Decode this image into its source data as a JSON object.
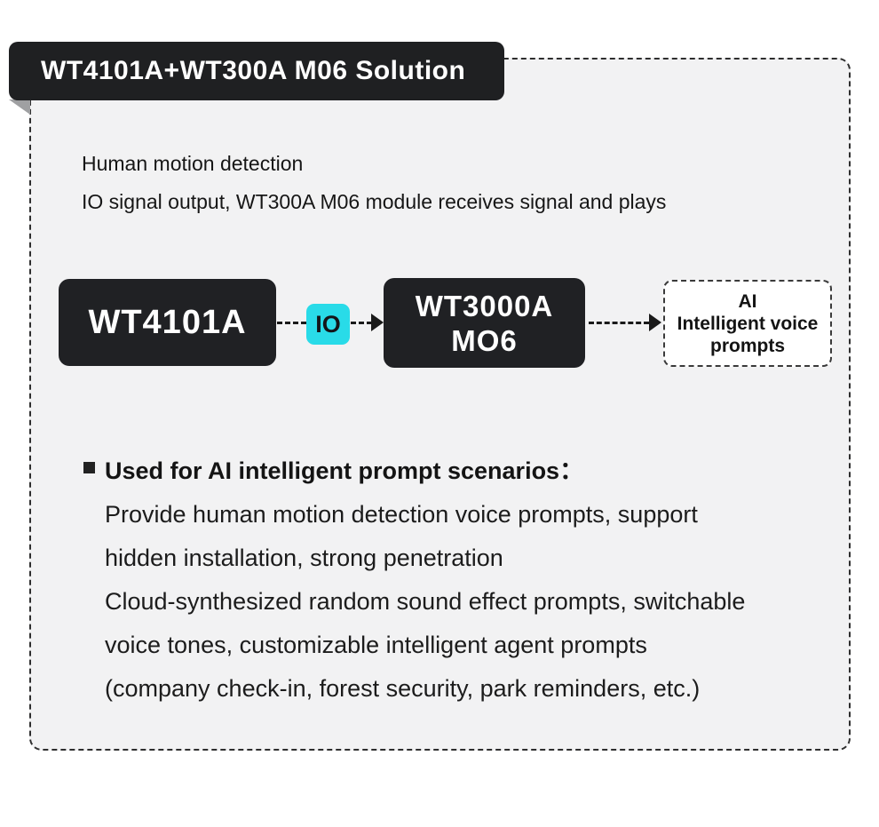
{
  "badge": {
    "title": "WT4101A+WT300A M06 Solution"
  },
  "description": {
    "line1": "Human motion detection",
    "line2": "IO signal output, WT300A M06 module receives signal and plays"
  },
  "flow": {
    "node1": {
      "label": "WT4101A"
    },
    "connector": {
      "label": "IO"
    },
    "node2": {
      "line1": "WT3000A",
      "line2": "MO6"
    },
    "node3": {
      "line1": "AI",
      "line2": "Intelligent voice",
      "line3": "prompts"
    }
  },
  "scenarios": {
    "heading": "Used for AI intelligent prompt scenarios：",
    "lines": [
      "Provide human motion detection voice prompts, support",
      "hidden installation, strong penetration",
      "Cloud-synthesized random sound effect prompts, switchable",
      "voice tones, customizable intelligent agent prompts",
      "(company check-in, forest security, park reminders, etc.)"
    ]
  },
  "colors": {
    "accent_cyan": "#29dbe8",
    "dark_node": "#202124",
    "panel_background": "#f2f2f3",
    "fold_gray": "#9fa0a2",
    "text": "#1a1a1a"
  }
}
